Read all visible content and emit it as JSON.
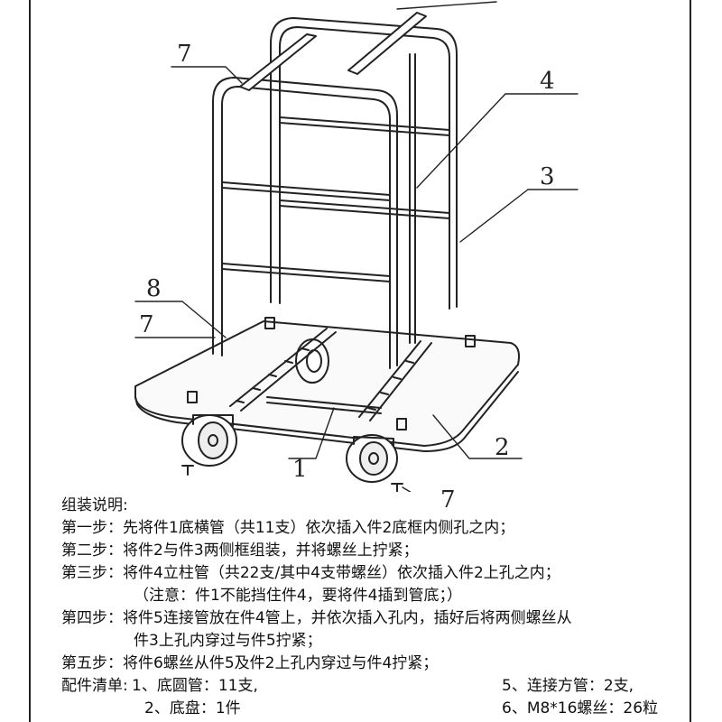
{
  "diagram": {
    "callouts": [
      "7",
      "4",
      "3",
      "8",
      "7",
      "1",
      "2",
      "7"
    ]
  },
  "instructions": {
    "title": "组装说明:",
    "lines": [
      "第一步：先将件1底横管（共11支）依次插入件2底框内侧孔之内；",
      "第二步：将件2与件3两侧框组装，并将螺丝上拧紧；",
      "第三步：将件4立柱管（共22支/其中4支带螺丝）依次插入件2上孔之内；",
      "（注意：件1不能挡住件4，要将件4插到管底；）",
      "第四步：将件5连接管放在件4管上，并依次插入孔内，插好后将两侧螺丝从",
      "件3上孔内穿过与件5拧紧；",
      "第五步：将件6螺丝从件5及件2上孔内穿过与件4拧紧；"
    ],
    "parts_list": {
      "label": "配件清单:",
      "item1": "1、底圆管：11支,",
      "item5": "5、连接方管：2支,",
      "item2": "2、底盘：1件",
      "item6": "6、M8*16螺丝：26粒"
    }
  }
}
